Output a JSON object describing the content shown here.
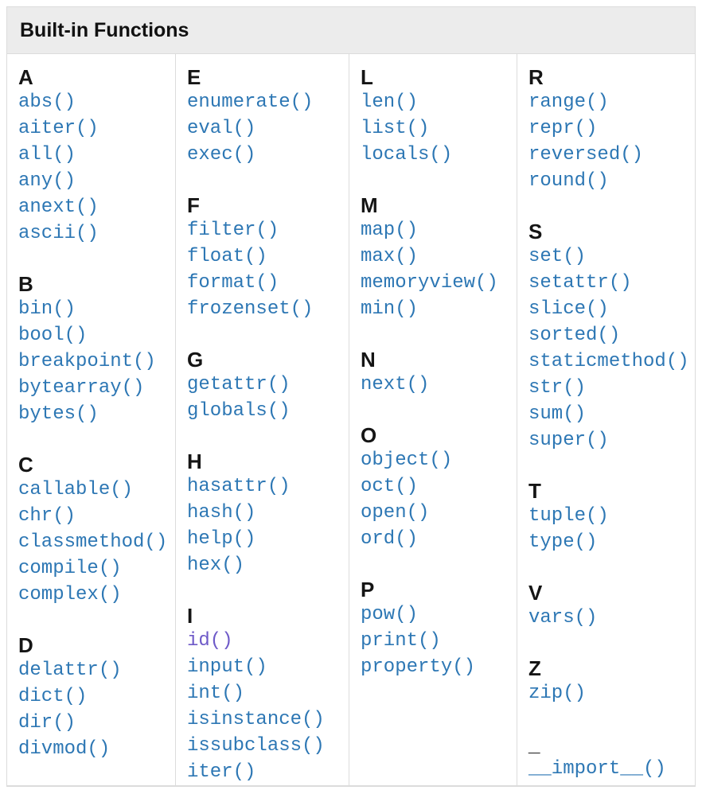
{
  "table": {
    "title": "Built-in Functions",
    "columns": [
      {
        "sections": [
          {
            "letter": "A",
            "functions": [
              "abs()",
              "aiter()",
              "all()",
              "any()",
              "anext()",
              "ascii()"
            ]
          },
          {
            "letter": "B",
            "functions": [
              "bin()",
              "bool()",
              "breakpoint()",
              "bytearray()",
              "bytes()"
            ]
          },
          {
            "letter": "C",
            "functions": [
              "callable()",
              "chr()",
              "classmethod()",
              "compile()",
              "complex()"
            ]
          },
          {
            "letter": "D",
            "functions": [
              "delattr()",
              "dict()",
              "dir()",
              "divmod()"
            ]
          }
        ]
      },
      {
        "sections": [
          {
            "letter": "E",
            "functions": [
              "enumerate()",
              "eval()",
              "exec()"
            ]
          },
          {
            "letter": "F",
            "functions": [
              "filter()",
              "float()",
              "format()",
              "frozenset()"
            ]
          },
          {
            "letter": "G",
            "functions": [
              "getattr()",
              "globals()"
            ]
          },
          {
            "letter": "H",
            "functions": [
              "hasattr()",
              "hash()",
              "help()",
              "hex()"
            ]
          },
          {
            "letter": "I",
            "functions": [
              "id()",
              "input()",
              "int()",
              "isinstance()",
              "issubclass()",
              "iter()"
            ]
          }
        ]
      },
      {
        "sections": [
          {
            "letter": "L",
            "functions": [
              "len()",
              "list()",
              "locals()"
            ]
          },
          {
            "letter": "M",
            "functions": [
              "map()",
              "max()",
              "memoryview()",
              "min()"
            ]
          },
          {
            "letter": "N",
            "functions": [
              "next()"
            ]
          },
          {
            "letter": "O",
            "functions": [
              "object()",
              "oct()",
              "open()",
              "ord()"
            ]
          },
          {
            "letter": "P",
            "functions": [
              "pow()",
              "print()",
              "property()"
            ]
          }
        ]
      },
      {
        "sections": [
          {
            "letter": "R",
            "functions": [
              "range()",
              "repr()",
              "reversed()",
              "round()"
            ]
          },
          {
            "letter": "S",
            "functions": [
              "set()",
              "setattr()",
              "slice()",
              "sorted()",
              "staticmethod()",
              "str()",
              "sum()",
              "super()"
            ]
          },
          {
            "letter": "T",
            "functions": [
              "tuple()",
              "type()"
            ]
          },
          {
            "letter": "V",
            "functions": [
              "vars()"
            ]
          },
          {
            "letter": "Z",
            "functions": [
              "zip()"
            ]
          },
          {
            "letter": "_",
            "functions": [
              "__import__()"
            ]
          }
        ]
      }
    ],
    "visited_links": [
      "id()"
    ]
  },
  "colors": {
    "link": "#2d77b4",
    "visited_link": "#6e5ac8",
    "heading_text": "#151515",
    "title_text": "#111111",
    "header_background": "#ececec",
    "border": "#dcdcdc"
  }
}
